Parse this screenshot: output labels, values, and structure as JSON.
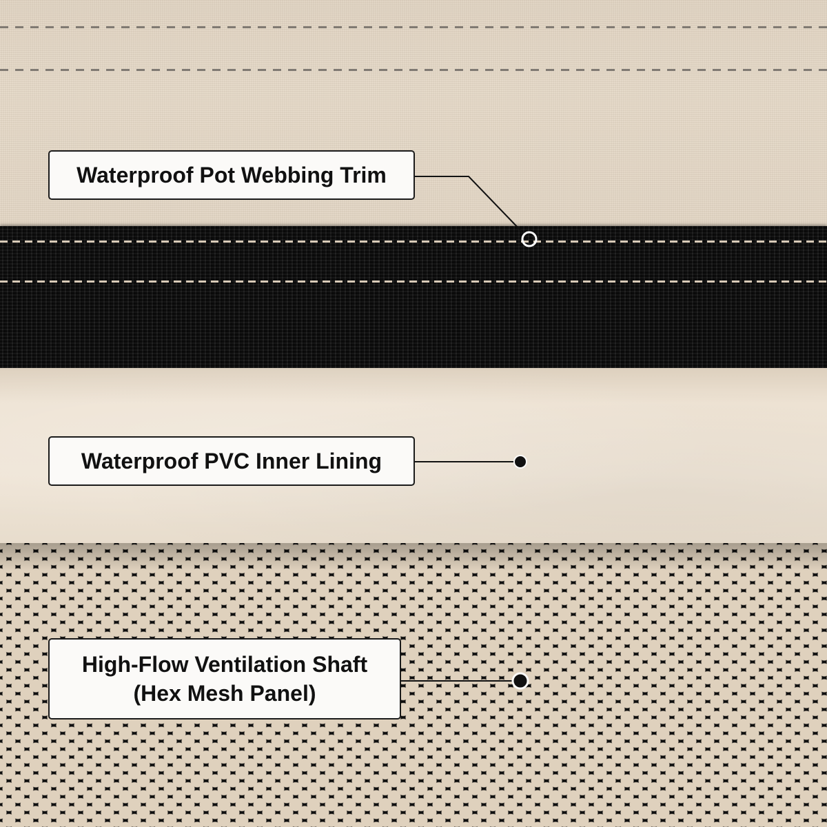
{
  "callouts": {
    "webbing": {
      "label": "Waterproof Pot Webbing Trim"
    },
    "lining": {
      "label": "Waterproof PVC Inner Lining"
    },
    "mesh": {
      "line1": "High-Flow Ventilation Shaft",
      "line2": "(Hex Mesh Panel)"
    }
  },
  "colors": {
    "fabric": "#e6d9c7",
    "webbing": "#111111",
    "lining": "#efe5d7",
    "mesh": "#0f0f0f",
    "callout_bg": "#fbfaf8"
  }
}
